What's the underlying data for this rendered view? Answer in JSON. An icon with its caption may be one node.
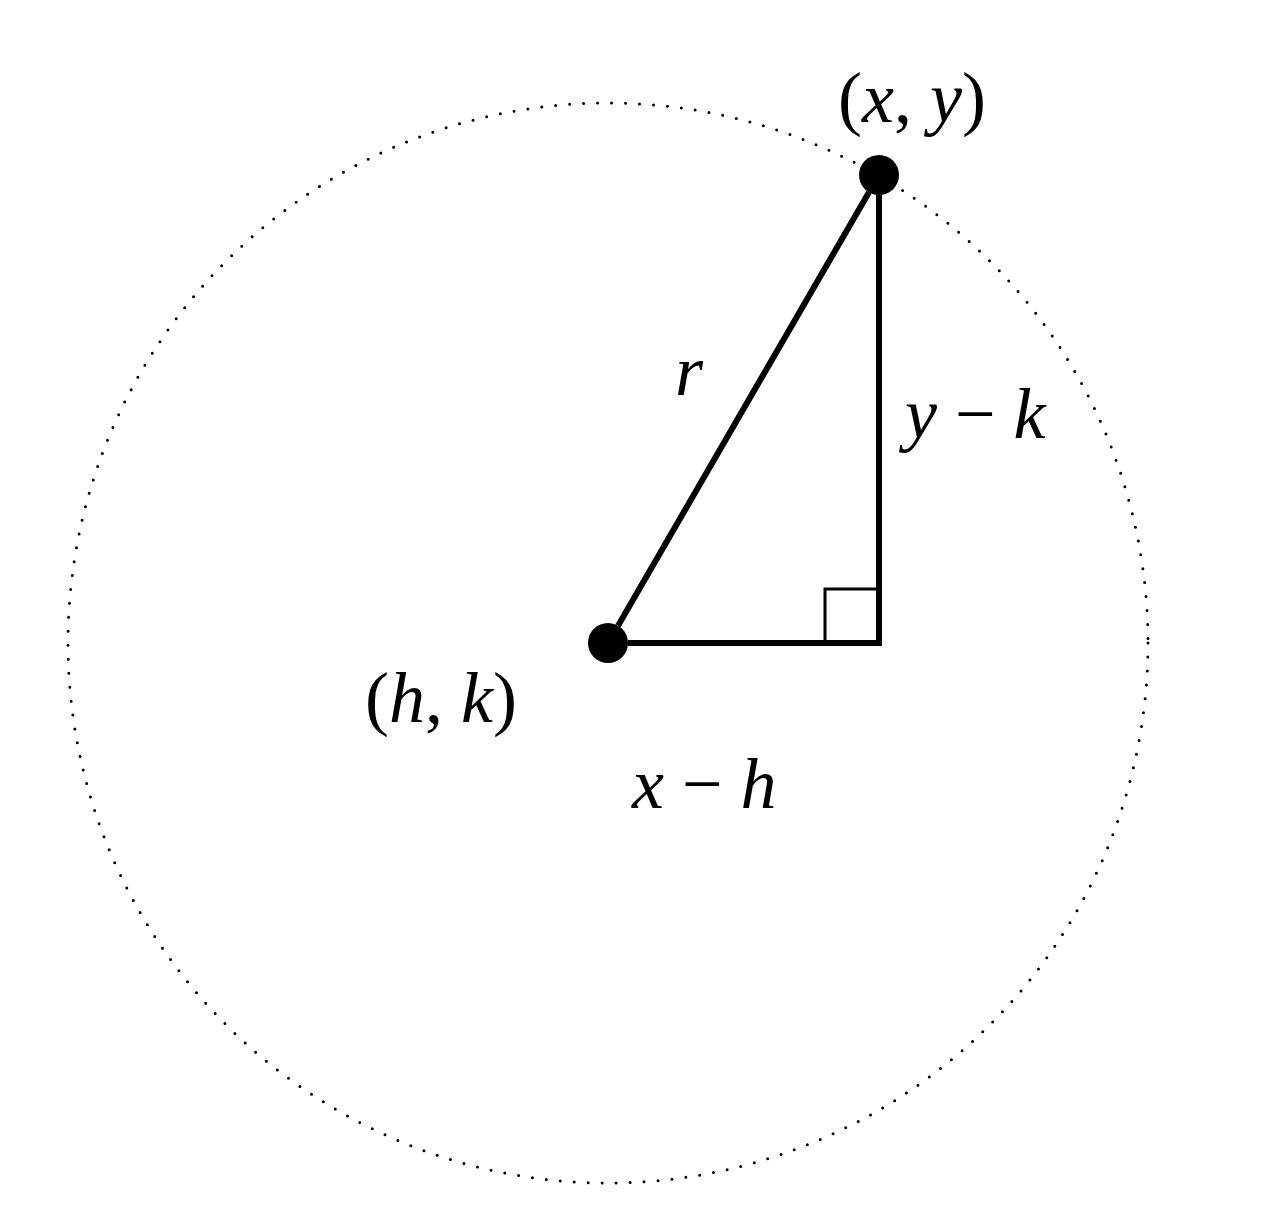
{
  "diagram": {
    "nodes": [
      {
        "text": [],
        "shape": "circle",
        "beside": [
          "(*h*, *k*)"
        ]
      },
      {
        "text": [],
        "shape": "circle",
        "beside": [
          "(*x*, *y*)"
        ]
      }
    ],
    "edges": [
      {
        "from": 0,
        "to": 1,
        "arrow": "none",
        "label": "*r*"
      }
    ],
    "labels": [
      "*y* − *k*",
      "*x* − *h*"
    ]
  }
}
